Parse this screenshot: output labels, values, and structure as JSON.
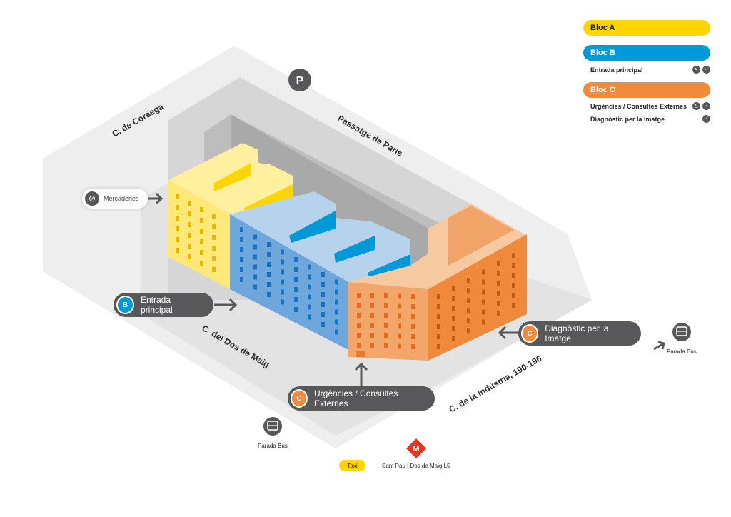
{
  "legend": {
    "bloc_a": "Bloc A",
    "bloc_b": "Bloc B",
    "bloc_b_items": [
      "Entrada principal"
    ],
    "bloc_c": "Bloc C",
    "bloc_c_items": [
      "Urgències / Consultes Externes",
      "Diagnòstic per la Imatge"
    ]
  },
  "streets": {
    "corsega": "C. de Còrsega",
    "paris": "Passatge de París",
    "dos_de_maig": "C. del Dos de Maig",
    "industria": "C. de la Indústria, 190-196"
  },
  "parking": "P",
  "entrances": {
    "mercaderies": "Mercaderies",
    "principal": {
      "badge": "B",
      "label": "Entrada principal"
    },
    "urgencies": {
      "badge": "C",
      "label": "Urgències / Consultes Externes"
    },
    "diagnostic": {
      "badge": "C",
      "label": "Diagnòstic per la Imatge"
    }
  },
  "transport": {
    "bus_label": "Parada Bus",
    "taxi": "Taxi",
    "metro_letter": "M",
    "metro_label": "Sant Pau | Dos de Maig L5"
  },
  "colors": {
    "bloc_a": "#ffd500",
    "bloc_b": "#0099d8",
    "bloc_c": "#f08a3c",
    "pill": "#58585a",
    "metro": "#e53323"
  },
  "icons": [
    "no-entry-icon",
    "arrow-icon",
    "bus-icon",
    "metro-icon",
    "parking-icon",
    "wheelchair-icon",
    "accessible-icon"
  ]
}
